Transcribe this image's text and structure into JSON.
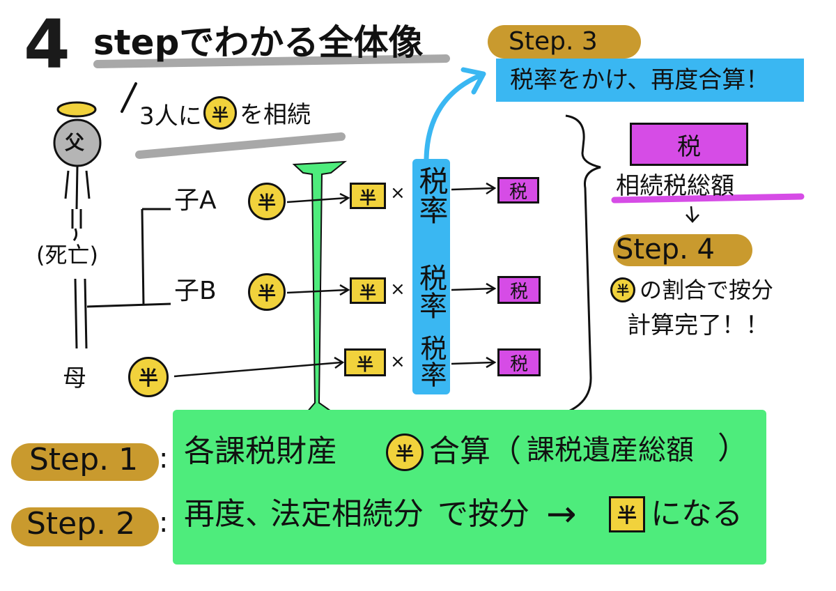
{
  "title": {
    "number": "4",
    "text": "stepでわかる全体像"
  },
  "subtitle": "3人に",
  "subtitle_after": "を相続",
  "yen_symbol": "半",
  "father_label": "父",
  "father_status": "(死亡)",
  "mother_label": "母",
  "child_a": "子A",
  "child_b": "子B",
  "times": "×",
  "tax_rate": "税率",
  "tax_rate_vertical": [
    "税率",
    "税率",
    "税率"
  ],
  "tax_label": "税",
  "step3": {
    "label": "Step. 3",
    "text": "税率をかけ、再度合算！"
  },
  "total_tax_box": "税",
  "total_tax_label": "相続税総額",
  "step4": {
    "label": "Step. 4",
    "line1": "の割合で按分",
    "line2": "計算完了！！"
  },
  "step1": {
    "label": "Step. 1",
    "text_before": "各課税財産",
    "text_after": "合算（",
    "highlight": "課税遺産総額",
    "close": "）"
  },
  "step2": {
    "label": "Step. 2",
    "text_before": "再度、",
    "highlight": "法定相続分",
    "text_after": "で按分",
    "arrow": "→",
    "suffix": "になる"
  },
  "colors": {
    "green": "#4eec7c",
    "blue": "#3ab7f2",
    "gold": "#c99a2e",
    "yellow": "#f1d23c",
    "magenta": "#d64ce6",
    "underline_red": "#e0492a",
    "underline_blue": "#2244cc",
    "gray_stroke": "#a8a8a8"
  }
}
